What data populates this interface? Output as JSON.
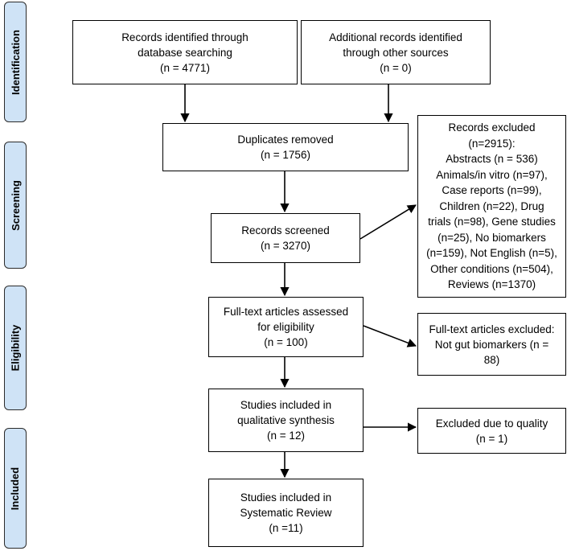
{
  "phases": {
    "identification": "Identification",
    "screening": "Screening",
    "eligibility": "Eligibility",
    "included": "Included"
  },
  "boxes": {
    "db_search": [
      "Records identified through",
      "database searching",
      "(n = 4771)"
    ],
    "other_sources": [
      "Additional records identified",
      "through other sources",
      "(n = 0)"
    ],
    "duplicates": [
      "Duplicates removed",
      "(n = 1756)"
    ],
    "screened": [
      "Records screened",
      "(n = 3270)"
    ],
    "excluded": [
      "Records excluded",
      "(n=2915):",
      "Abstracts (n = 536)",
      "Animals/in vitro (n=97),",
      "Case reports (n=99),",
      "Children (n=22), Drug",
      "trials (n=98), Gene studies",
      "(n=25), No biomarkers",
      "(n=159), Not English (n=5),",
      "Other conditions (n=504),",
      "Reviews (n=1370)"
    ],
    "fulltext_assessed": [
      "Full-text articles assessed",
      "for eligibility",
      "(n = 100)"
    ],
    "fulltext_excluded": [
      "Full-text articles excluded:",
      "Not gut biomarkers (n =",
      "88)"
    ],
    "qualitative": [
      "Studies included in",
      "qualitative synthesis",
      "(n = 12)"
    ],
    "quality_excluded": [
      "Excluded due to quality",
      "(n = 1)"
    ],
    "systematic": [
      "Studies included in",
      "Systematic Review",
      "(n =11)"
    ]
  }
}
